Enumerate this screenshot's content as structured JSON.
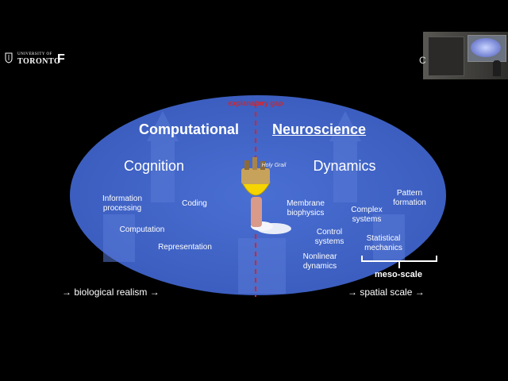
{
  "logo": {
    "university_of": "UNIVERSITY OF",
    "toronto": "TORONTO",
    "letter": "F"
  },
  "webcam_side_letter": "C",
  "slide": {
    "gap_label": "explanatory gap",
    "title_left": "Computational",
    "title_right": "Neuroscience",
    "cognition": "Cognition",
    "dynamics": "Dynamics",
    "grail_text": "Holy Grail",
    "left_terms": {
      "info_line1": "Information",
      "info_line2": "processing",
      "coding": "Coding",
      "computation": "Computation",
      "representation": "Representation"
    },
    "right_terms": {
      "membrane_line1": "Membrane",
      "membrane_line2": "biophysics",
      "complex_line1": "Complex",
      "complex_line2": "systems",
      "pattern_line1": "Pattern",
      "pattern_line2": "formation",
      "control_line1": "Control",
      "control_line2": "systems",
      "statistical_line1": "Statistical",
      "statistical_line2": "mechanics",
      "nonlinear_line1": "Nonlinear",
      "nonlinear_line2": "dynamics"
    },
    "meso_scale": "meso-scale",
    "bottom_left": "→ biological realism →",
    "bottom_right": "→ spatial scale →"
  },
  "colors": {
    "ellipse": "#3f63c4",
    "gap_line": "#e02020",
    "gap_text": "#e02020"
  }
}
